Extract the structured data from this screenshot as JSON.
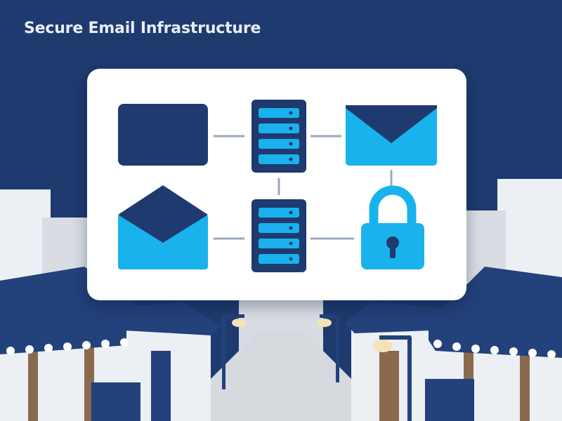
{
  "title": "Secure Email Infrastructure",
  "colors": {
    "sky": "#1e3a6f",
    "title_text": "#e9eef7",
    "card": "#ffffff",
    "navy": "#1e3a6f",
    "cyan": "#19b2ec",
    "connector": "#9aa8bc",
    "building_light": "#eceff3",
    "building_mid": "#d9dde3",
    "roof": "#23417a",
    "wood": "#8a6a4f",
    "street": "#d6dadf",
    "lamp_post": "#23417a",
    "lamp_light": "#f5e3b5"
  },
  "diagram": {
    "nodes": [
      {
        "id": "monitor",
        "icon": "monitor-icon",
        "shape": "screen"
      },
      {
        "id": "server-top",
        "icon": "server-icon",
        "shape": "server"
      },
      {
        "id": "envelope-closed",
        "icon": "envelope-icon",
        "shape": "envelope-closed"
      },
      {
        "id": "envelope-open",
        "icon": "open-envelope-icon",
        "shape": "envelope-open"
      },
      {
        "id": "server-bottom",
        "icon": "server-icon",
        "shape": "server"
      },
      {
        "id": "lock",
        "icon": "padlock-icon",
        "shape": "lock"
      }
    ],
    "connections": [
      [
        "monitor",
        "server-top"
      ],
      [
        "server-top",
        "envelope-closed"
      ],
      [
        "server-top",
        "server-bottom"
      ],
      [
        "envelope-closed",
        "lock"
      ],
      [
        "envelope-open",
        "server-bottom"
      ],
      [
        "server-bottom",
        "lock"
      ]
    ]
  }
}
